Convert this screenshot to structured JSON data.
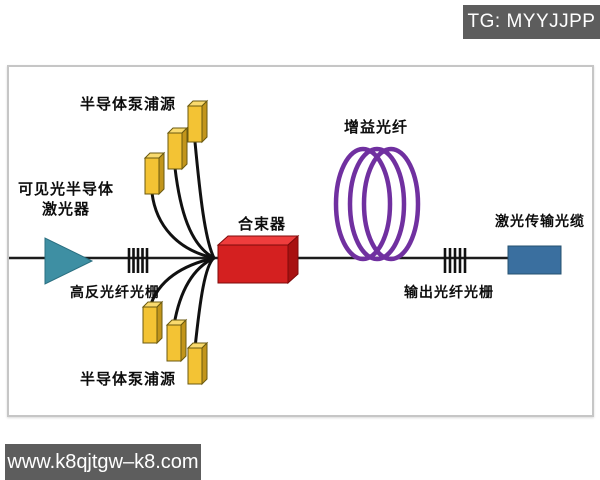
{
  "watermarks": {
    "top": "TG: MYYJJPP",
    "bottom": "www.k8qjtgw–k8.com"
  },
  "diagram": {
    "labels": {
      "pump_top": "半导体泵浦源",
      "laser_line1": "可见光半导体",
      "laser_line2": "激光器",
      "hr_grating": "高反光纤光栅",
      "combiner": "合束器",
      "gain_fiber": "增益光纤",
      "output_grating": "输出光纤光栅",
      "output_cable": "激光传输光缆",
      "pump_bottom": "半导体泵浦源"
    },
    "colors": {
      "laser_diode": "#3e8fa3",
      "pump_source": "#f3c334",
      "combiner": "#d42020",
      "gain_fiber": "#7030a0",
      "output_cable": "#3a6f9f",
      "fiber_line": "#1c1c1c",
      "watermark_bg": "#5d5d5d"
    }
  }
}
